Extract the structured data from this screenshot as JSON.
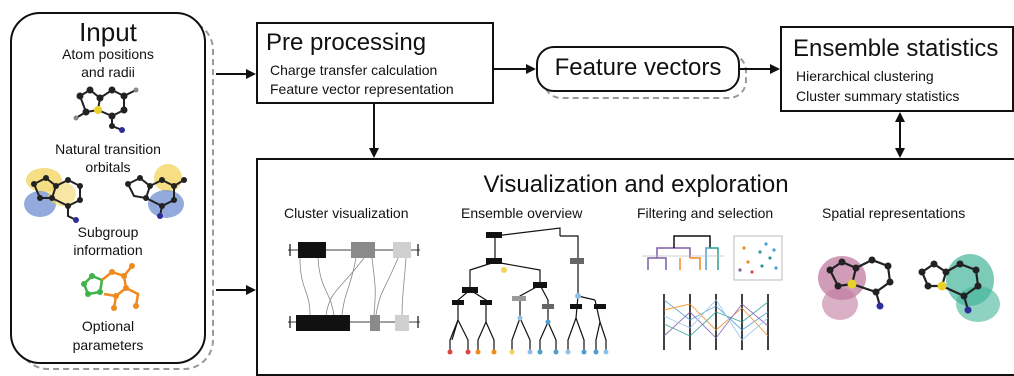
{
  "input": {
    "title": "Input",
    "items": [
      {
        "line1": "Atom positions",
        "line2": "and radii"
      },
      {
        "line1": "Natural transition",
        "line2": "orbitals"
      },
      {
        "line1": "Subgroup",
        "line2": "information"
      },
      {
        "line1": "Optional",
        "line2": "parameters"
      }
    ]
  },
  "preprocessing": {
    "title": "Pre processing",
    "lines": [
      "Charge transfer calculation",
      "Feature vector representation"
    ]
  },
  "feature_vectors": {
    "title": "Feature vectors"
  },
  "ensemble_statistics": {
    "title": "Ensemble statistics",
    "lines": [
      "Hierarchical clustering",
      "Cluster summary statistics"
    ]
  },
  "visualization": {
    "title": "Visualization and exploration",
    "panels": [
      "Cluster visualization",
      "Ensemble overview",
      "Filtering and selection",
      "Spatial representations"
    ]
  },
  "colors": {
    "stroke": "#111111",
    "dashed": "#9a9a9a",
    "orbital_yellow": "#f2d35a",
    "orbital_blue": "#6f8fd0",
    "subgroup_green": "#3db34a",
    "subgroup_orange": "#ef8a1f",
    "spatial_pink": "#c27ba0",
    "spatial_teal": "#44b49a"
  }
}
